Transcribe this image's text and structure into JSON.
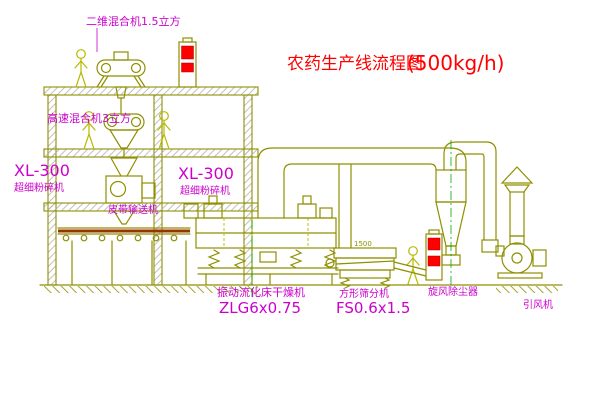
{
  "diagram": {
    "title": {
      "text": "农药生产线流程图",
      "capacity": "(500kg/h)"
    },
    "equipment_labels": {
      "mixer_2d": "二维混合机1.5立方",
      "mixer_high_speed": "高速混合机3立方",
      "pulverizer_left": {
        "model": "XL-300",
        "name": "超细粉碎机"
      },
      "pulverizer_mid": {
        "model": "XL-300",
        "name": "超细粉碎机"
      },
      "belt_conveyor": "皮带输送机",
      "fluid_bed_dryer": {
        "name": "振动流化床干燥机",
        "model": "ZLG6x0.75"
      },
      "square_sieve": {
        "name": "方形筛分机",
        "model": "FS0.6x1.5"
      },
      "cyclone": "旋风除尘器",
      "induced_draft_fan": "引风机"
    },
    "dimensions": {
      "duct_height": "1500"
    },
    "colors": {
      "line_olive": "#8f8f00",
      "line_bright": "#b9b900",
      "label_magenta": "#cc00cc",
      "title_red": "#ff0000",
      "belt_dark_red": "#993300",
      "centerline_green": "#00aa00",
      "hatch_gray": "#b0b0b0",
      "background": "#ffffff"
    }
  }
}
